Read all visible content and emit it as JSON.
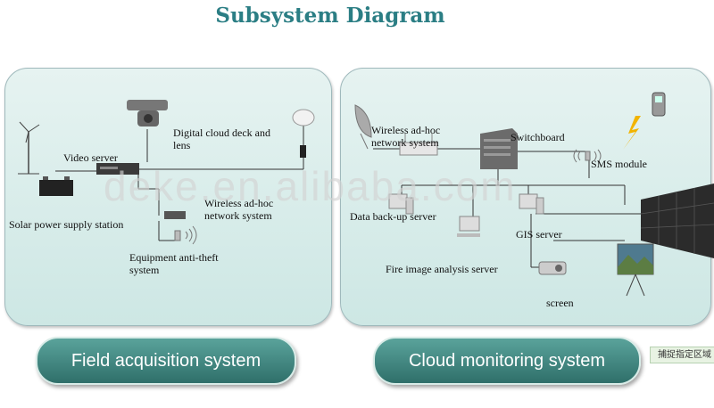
{
  "title": "Subsystem Diagram",
  "left_panel": {
    "labels": {
      "video_server": "Video server",
      "camera": "Digital cloud deck and\nlens",
      "solar": "Solar power supply station",
      "wireless": "Wireless ad-hoc\nnetwork system",
      "antitheft": "Equipment anti-theft\nsystem"
    },
    "caption": "Field acquisition system"
  },
  "right_panel": {
    "labels": {
      "wireless": "Wireless ad-hoc\nnetwork system",
      "switchboard": "Switchboard",
      "sms": "SMS module",
      "backup": "Data back-up server",
      "gis": "GIS server",
      "fire": "Fire image analysis server",
      "screen": "screen"
    },
    "caption": "Cloud monitoring system"
  },
  "watermark": "deke.en.alibaba.com",
  "side_button": "捕捉指定区域"
}
